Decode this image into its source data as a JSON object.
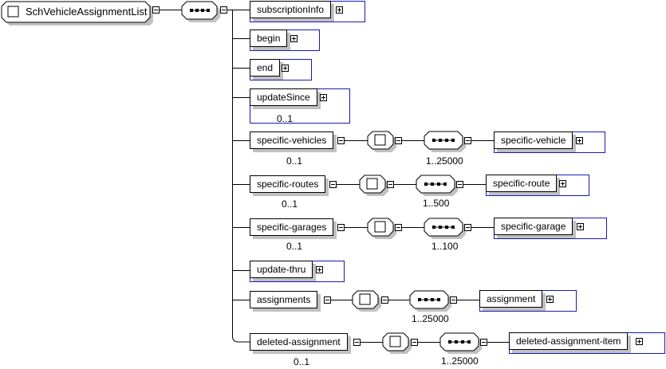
{
  "root": {
    "name": "SchVehicleAssignmentList",
    "compositor": "sequence"
  },
  "children": [
    {
      "name": "subscriptionInfo",
      "cardinality": "",
      "expandable": true
    },
    {
      "name": "begin",
      "cardinality": "",
      "expandable": true
    },
    {
      "name": "end",
      "cardinality": "",
      "expandable": true
    },
    {
      "name": "updateSince",
      "cardinality": "0..1",
      "expandable": true
    },
    {
      "name": "specific-vehicles",
      "cardinality": "0..1",
      "compositor": "sequence",
      "child_cardinality": "1..25000",
      "child": "specific-vehicle"
    },
    {
      "name": "specific-routes",
      "cardinality": "0..1",
      "compositor": "sequence",
      "child_cardinality": "1..500",
      "child": "specific-route"
    },
    {
      "name": "specific-garages",
      "cardinality": "0..1",
      "compositor": "sequence",
      "child_cardinality": "1..100",
      "child": "specific-garage"
    },
    {
      "name": "update-thru",
      "cardinality": "",
      "expandable": true
    },
    {
      "name": "assignments",
      "cardinality": "",
      "compositor": "sequence",
      "child_cardinality": "1..25000",
      "child": "assignment"
    },
    {
      "name": "deleted-assignment",
      "cardinality": "0..1",
      "compositor": "sequence",
      "child_cardinality": "1..25000",
      "child": "deleted-assignment-item"
    }
  ],
  "colors": {
    "complex_border": "#1a1ab8",
    "shadow": "#c0c0c0",
    "line": "#000000"
  }
}
